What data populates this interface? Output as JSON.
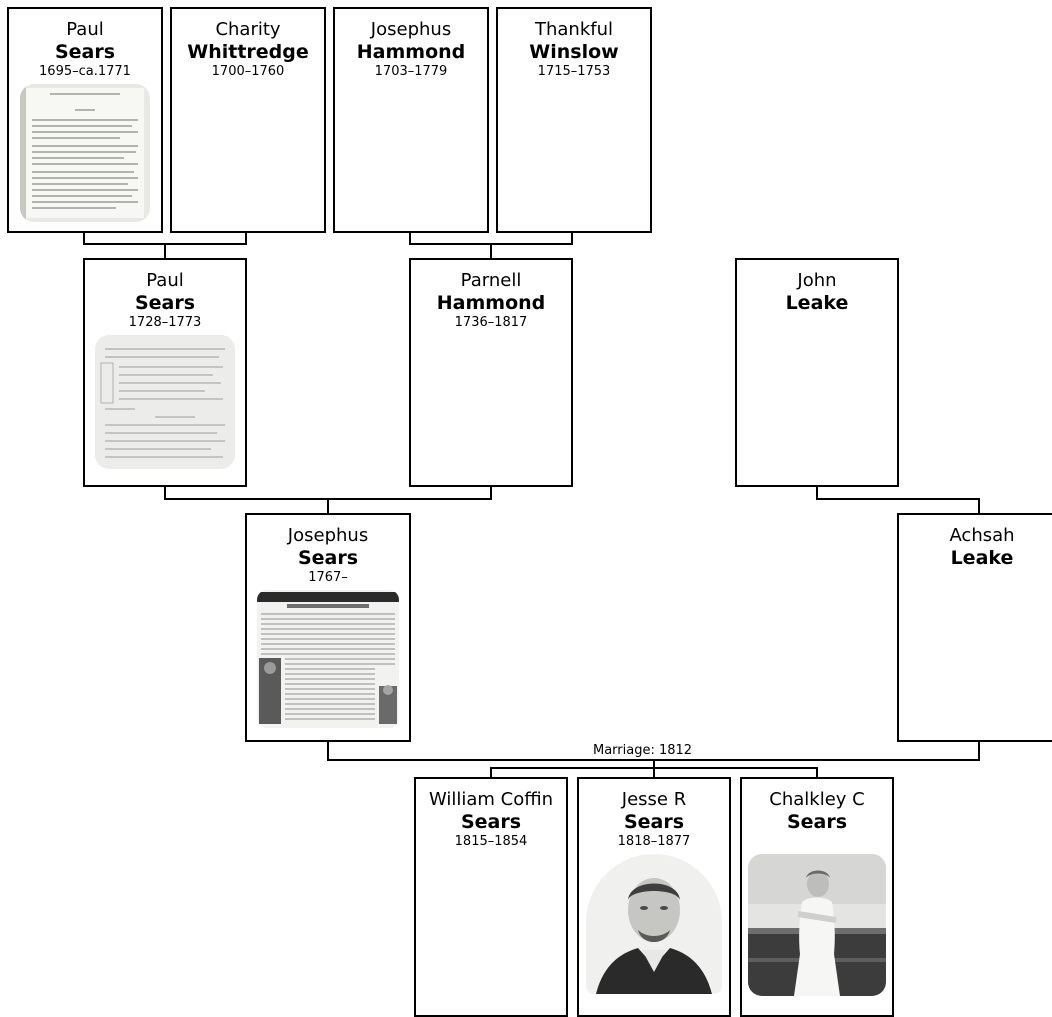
{
  "people": {
    "p1": {
      "given": "Paul",
      "surname": "Sears",
      "dates": "1695–ca.1771",
      "photo": "document-scan-photo"
    },
    "p2": {
      "given": "Charity",
      "surname": "Whittredge",
      "dates": "1700–1760"
    },
    "p3": {
      "given": "Josephus",
      "surname": "Hammond",
      "dates": "1703–1779"
    },
    "p4": {
      "given": "Thankful",
      "surname": "Winslow",
      "dates": "1715–1753"
    },
    "p5": {
      "given": "Paul",
      "surname": "Sears",
      "dates": "1728–1773",
      "photo": "document-scan-photo"
    },
    "p6": {
      "given": "Parnell",
      "surname": "Hammond",
      "dates": "1736–1817"
    },
    "p7": {
      "given": "John",
      "surname": "Leake"
    },
    "p8": {
      "given": "Josephus",
      "surname": "Sears",
      "dates": "1767–",
      "photo": "newspaper-clipping-photo"
    },
    "p9": {
      "given": "Achsah",
      "surname": "Leake"
    },
    "c1": {
      "given": "William Coffin",
      "surname": "Sears",
      "dates": "1815–1854"
    },
    "c2": {
      "given": "Jesse R",
      "surname": "Sears",
      "dates": "1818–1877",
      "photo": "portrait-photo"
    },
    "c3": {
      "given": "Chalkley C",
      "surname": "Sears",
      "photo": "man-standing-photo"
    }
  },
  "marriage_label": "Marriage: 1812"
}
